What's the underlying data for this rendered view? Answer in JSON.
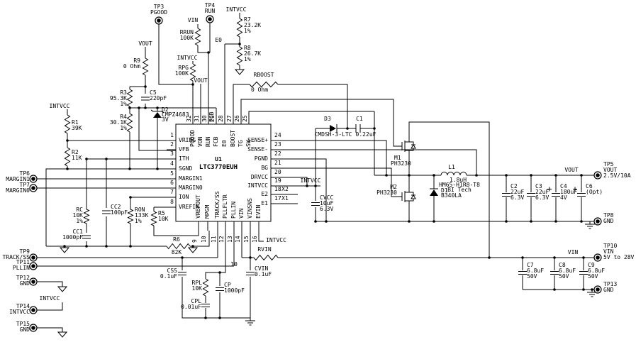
{
  "ic": {
    "ref": "U1",
    "part": "LTC3770EUH",
    "pins_left": [
      {
        "num": "1",
        "name": "VRING"
      },
      {
        "num": "2",
        "name": "VFB"
      },
      {
        "num": "3",
        "name": "ITH"
      },
      {
        "num": "4",
        "name": "SGND"
      },
      {
        "num": "5",
        "name": "MARGIN1"
      },
      {
        "num": "6",
        "name": "MARGIN0"
      },
      {
        "num": "7",
        "name": "ION"
      },
      {
        "num": "8",
        "name": "VREFIN"
      }
    ],
    "pins_bottom": [
      {
        "num": "9",
        "name": "VREFOUT"
      },
      {
        "num": "10",
        "name": "MPGM"
      },
      {
        "num": "11",
        "name": "TRACK/SS"
      },
      {
        "num": "12",
        "name": "PLLFLTR"
      },
      {
        "num": "13",
        "name": "PLLIN"
      },
      {
        "num": "14",
        "name": "VIN"
      },
      {
        "num": "15",
        "name": "VINSNS"
      },
      {
        "num": "16",
        "name": "EVIN"
      }
    ],
    "pins_right": [
      {
        "num": "24",
        "name": "SENSE+"
      },
      {
        "num": "23",
        "name": "SENSE-"
      },
      {
        "num": "22",
        "name": "PGND"
      },
      {
        "num": "21",
        "name": "BG"
      },
      {
        "num": "20",
        "name": "DRVCC"
      },
      {
        "num": "19",
        "name": "INTVCC"
      },
      {
        "num": "18",
        "name": "E2"
      },
      {
        "num": "17",
        "name": "E1"
      }
    ],
    "pins_top": [
      {
        "num": "32",
        "name": "PGOOD"
      },
      {
        "num": "31",
        "name": "VON"
      },
      {
        "num": "30",
        "name": "RUN"
      },
      {
        "num": "29",
        "name": "FCB"
      },
      {
        "num": "28",
        "name": "E0"
      },
      {
        "num": "27",
        "name": "BOOST"
      },
      {
        "num": "26",
        "name": "TG"
      },
      {
        "num": "25",
        "name": "SW"
      }
    ]
  },
  "nets": {
    "vout": "VOUT",
    "vin": "VIN",
    "intvcc": "INTVCC",
    "e0": "E0",
    "x1": "X1",
    "x2": "X2",
    "fcb": "FCB"
  },
  "testpoints": {
    "tp3": {
      "ref": "TP3",
      "signal": "PGOOD"
    },
    "tp4": {
      "ref": "TP4",
      "signal": "RUN"
    },
    "tp5": {
      "ref": "TP5",
      "signal": "VOUT",
      "detail": "2.5V/10A"
    },
    "tp6": {
      "ref": "TP6",
      "signal": "MARGIN1"
    },
    "tp7": {
      "ref": "TP7",
      "signal": "MARGIN0"
    },
    "tp8": {
      "ref": "TP8",
      "signal": "GND"
    },
    "tp9": {
      "ref": "TP9",
      "signal": "TRACK/SS"
    },
    "tp10": {
      "ref": "TP10",
      "signal": "VIN",
      "detail": "5V to 28V"
    },
    "tp11": {
      "ref": "TP11",
      "signal": "PLLIN"
    },
    "tp12": {
      "ref": "TP12",
      "signal": "GND"
    },
    "tp13": {
      "ref": "TP13",
      "signal": "GND"
    },
    "tp14": {
      "ref": "TP14",
      "signal": "INTVCC"
    },
    "tp15": {
      "ref": "TP15",
      "signal": "GND"
    }
  },
  "components": {
    "r1": {
      "ref": "R1",
      "value": "39K"
    },
    "r2": {
      "ref": "R2",
      "value": "11K"
    },
    "r3": {
      "ref": "R3",
      "value": "95.3K",
      "tol": "1%"
    },
    "r4": {
      "ref": "R4",
      "value": "30.1K",
      "tol": "1%"
    },
    "r5": {
      "ref": "R5",
      "value": "10K"
    },
    "r6": {
      "ref": "R6",
      "value": "82K"
    },
    "r7": {
      "ref": "R7",
      "value": "23.2K",
      "tol": "1%"
    },
    "r8": {
      "ref": "R8",
      "value": "26.7K",
      "tol": "1%"
    },
    "r9": {
      "ref": "R9",
      "value": "0 Ohm"
    },
    "rc": {
      "ref": "RC",
      "value": "10K",
      "tol": "1%"
    },
    "ron": {
      "ref": "RON",
      "value": "133K",
      "tol": "1%"
    },
    "rrun": {
      "ref": "RRUN",
      "value": "100K"
    },
    "rpg": {
      "ref": "RPG",
      "value": "100K"
    },
    "rboost": {
      "ref": "RBOOST",
      "value": "0 Ohm"
    },
    "rpl": {
      "ref": "RPL",
      "value": "10K"
    },
    "rvin": {
      "ref": "RVIN",
      "value": "10"
    },
    "c1": {
      "ref": "C1",
      "value": "0.22uF"
    },
    "c2": {
      "ref": "C2",
      "value": "22uF",
      "volt": "6.3V"
    },
    "c3": {
      "ref": "C3",
      "value": "22uF",
      "volt": "6.3V"
    },
    "c4": {
      "ref": "C4",
      "value": "180uF",
      "volt": "4V"
    },
    "c5": {
      "ref": "C5",
      "value": "220pF"
    },
    "c6": {
      "ref": "C6",
      "value": "(Opt)"
    },
    "c7": {
      "ref": "C7",
      "value": "6.8uF",
      "volt": "50V"
    },
    "c8": {
      "ref": "C8",
      "value": "6.8uF",
      "volt": "50V"
    },
    "c9": {
      "ref": "C9",
      "value": "6.8uF",
      "volt": "50V"
    },
    "cc1": {
      "ref": "CC1",
      "value": "1000pF"
    },
    "cc2": {
      "ref": "CC2",
      "value": "100pF"
    },
    "css": {
      "ref": "CSS",
      "value": "0.1uF"
    },
    "cp": {
      "ref": "CP",
      "value": "1000pF"
    },
    "cpl": {
      "ref": "CPL",
      "value": "0.01uF"
    },
    "cvin": {
      "ref": "CVIN",
      "value": "0.1uF"
    },
    "cvcc": {
      "ref": "CVCC",
      "value": "10uF",
      "volt": "6.3V"
    },
    "d1": {
      "ref": "D1",
      "value": "B340LA"
    },
    "d2": {
      "ref": "D2",
      "value": "CMPZ4683",
      "volt": "3V"
    },
    "d3": {
      "ref": "D3",
      "value": "CMDSH-3-LTC"
    },
    "m1": {
      "ref": "M1",
      "value": "PH3230"
    },
    "m2": {
      "ref": "M2",
      "value": "PH3230"
    },
    "l1": {
      "ref": "L1",
      "value": "1.8uH",
      "part": "HM65-H1R8-T8",
      "mfr": "BI Tech"
    }
  }
}
